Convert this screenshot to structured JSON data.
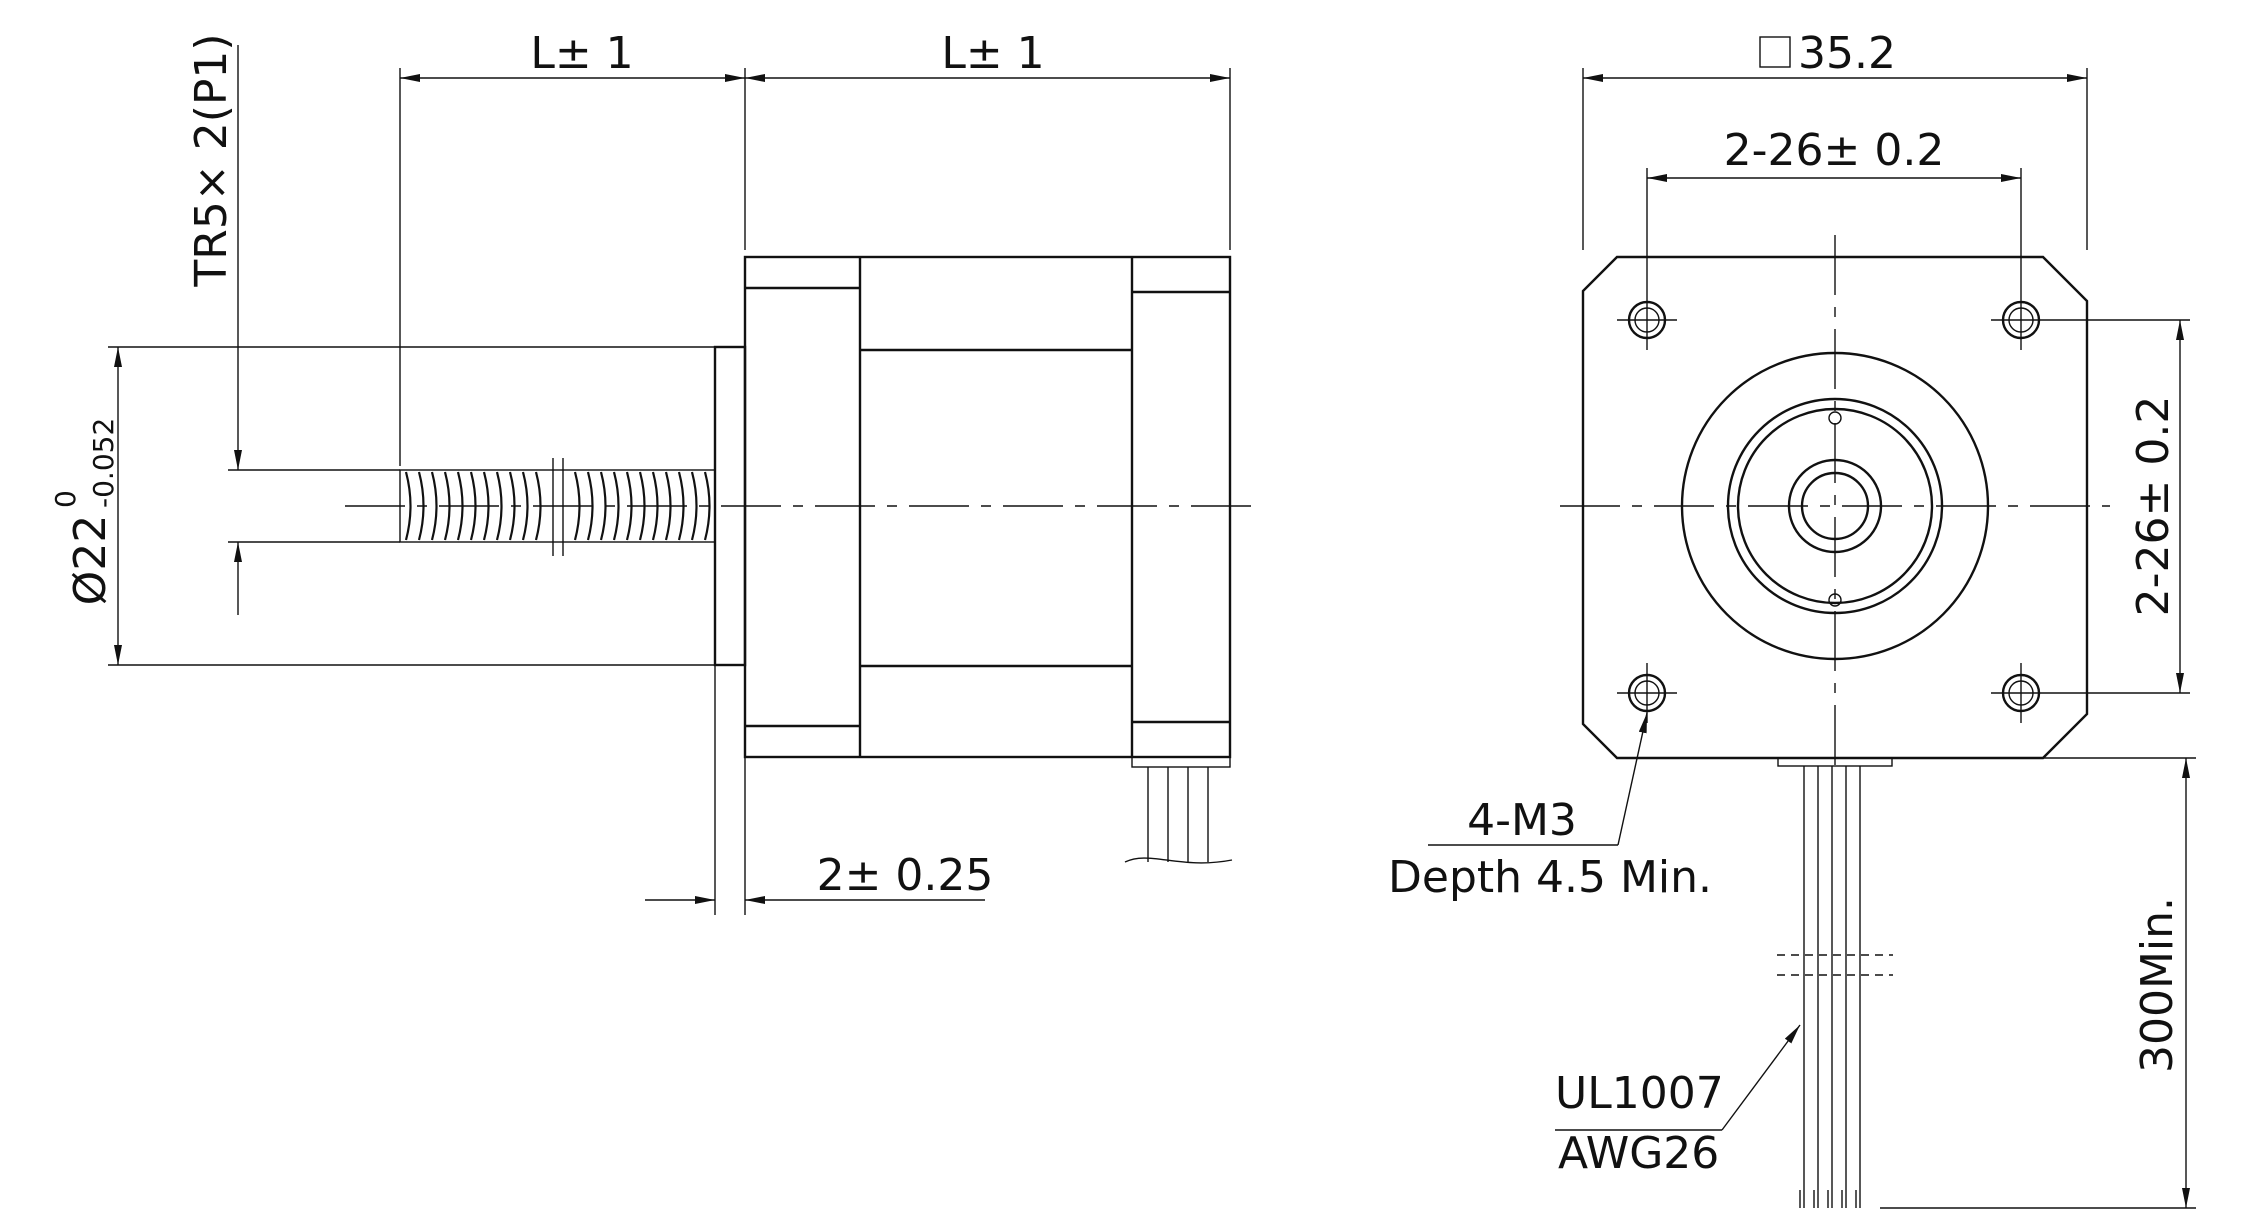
{
  "side_view": {
    "dim_shaft_length": "L± 1",
    "dim_body_length": "L± 1",
    "thread_spec": "TR5× 2(P1)",
    "boss_diameter": "Ø22",
    "boss_tol_upper": "0",
    "boss_tol_lower": "-0.052",
    "boss_height": "2± 0.25"
  },
  "front_view": {
    "flange_size": "35.2",
    "hole_spacing_h": "2-26± 0.2",
    "hole_spacing_v": "2-26± 0.2",
    "mount_thread": "4-M3",
    "mount_depth": "Depth 4.5 Min.",
    "lead_length": "300Min.",
    "wire_type": "UL1007",
    "wire_gauge": "AWG26"
  }
}
